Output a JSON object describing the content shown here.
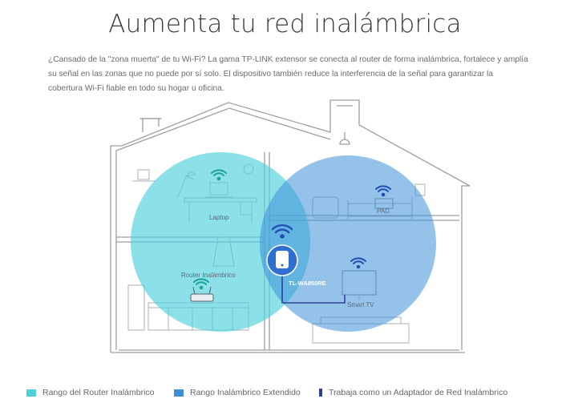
{
  "page": {
    "title": "Aumenta tu red inalámbrica",
    "intro": "¿Cansado de la \"zona muerta\" de tu Wi-Fi? La gama TP-LINK extensor se conecta al router de forma inalámbrica, fortalece y amplía su señal en las zonas que no puede por sí solo. El dispositivo también reduce la interferencia de la señal para garantizar la cobertura Wi-Fi fiable en todo su hogar u oficina."
  },
  "diagram": {
    "labels": {
      "laptop": "Laptop",
      "pad": "PAD",
      "router": "Router Inalámbrico",
      "extender": "TL-WA850RE",
      "smart_tv": "Smart TV"
    },
    "icons": [
      "wifi-icon",
      "extender-device-icon",
      "router-icon",
      "laptop-icon",
      "tv-icon",
      "tablet-icon",
      "clock-icon",
      "lamp-icon"
    ]
  },
  "legend": [
    {
      "label": "Rango del Router Inalámbrico",
      "color": "#4fcfdc"
    },
    {
      "label": "Rango Inalámbrico Extendido",
      "color": "#3e8fd7"
    },
    {
      "label": "Trabaja como un Adaptador de Red Inalámbrico",
      "color": "#2f3f9a"
    }
  ],
  "colors": {
    "router_range": "#4fcfdc",
    "extended_range": "#3e8fd7",
    "adapter": "#2f3f9a",
    "house_line": "#9aa0a6"
  }
}
